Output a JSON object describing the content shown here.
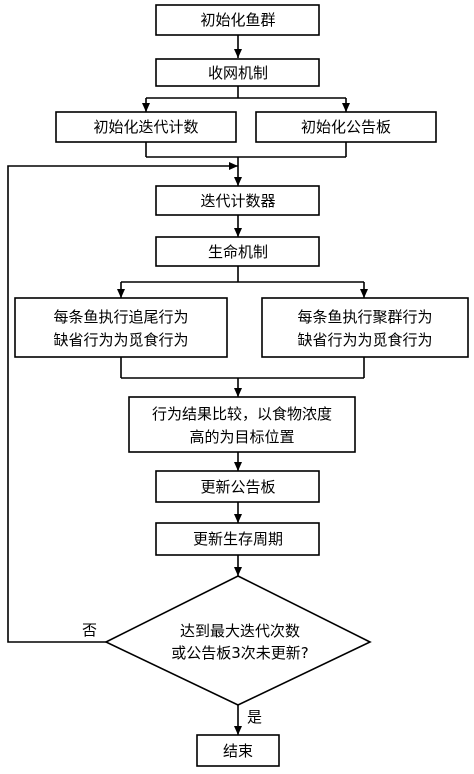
{
  "nodes": {
    "init_fish": "初始化鱼群",
    "net_mechanism": "收网机制",
    "init_iter_count": "初始化迭代计数",
    "init_bulletin": "初始化公告板",
    "iter_counter": "迭代计数器",
    "life_mechanism": "生命机制",
    "follow_line1": "每条鱼执行追尾行为",
    "follow_line2": "缺省行为为觅食行为",
    "swarm_line1": "每条鱼执行聚群行为",
    "swarm_line2": "缺省行为为觅食行为",
    "compare_line1": "行为结果比较，以食物浓度",
    "compare_line2": "高的为目标位置",
    "update_bulletin": "更新公告板",
    "update_lifecycle": "更新生存周期",
    "decision_line1": "达到最大迭代次数",
    "decision_line2": "或公告板3次未更新?",
    "end": "结束"
  },
  "labels": {
    "no": "否",
    "yes": "是"
  }
}
